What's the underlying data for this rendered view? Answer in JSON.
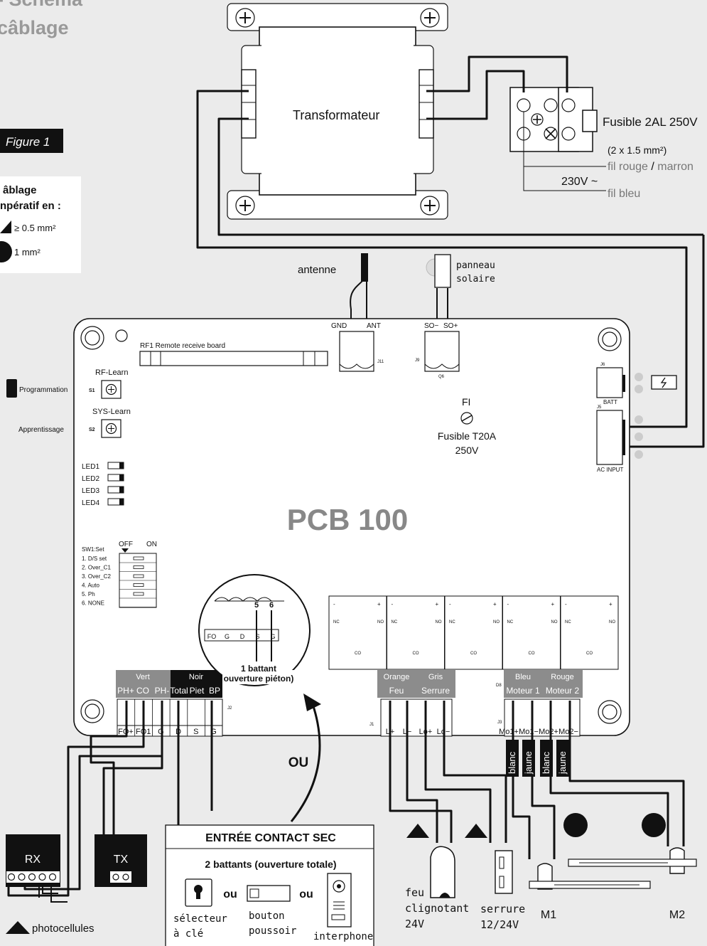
{
  "header": {
    "title_line1": "- Schéma",
    "title_line2": "câblage"
  },
  "figure_tag": "Figure 1",
  "cabling_box": {
    "line1": "âblage",
    "line2": "npératif en :",
    "item1": "≥ 0.5 mm²",
    "item2": "1 mm²"
  },
  "transformer": {
    "label": "Transformateur"
  },
  "fuse_block": {
    "fuse_label": "Fusible 2AL 250V",
    "cable_spec": "(2 x 1.5 mm²)",
    "wire_red_a": "fil rouge",
    "wire_red_sep": " / ",
    "wire_red_b": "marron",
    "voltage": "230V ~",
    "wire_blue": "fil bleu"
  },
  "antenna": {
    "label": "antenne",
    "pin_gnd": "GND",
    "pin_ant": "ANT",
    "conn": "J11"
  },
  "solar": {
    "label_1": "panneau",
    "label_2": "solaire",
    "pin_so_minus": "SO−",
    "pin_so_plus": "SO+",
    "conn": "J9",
    "conn2": "Q6"
  },
  "pcb": {
    "name": "PCB 100",
    "rf_board": "RF1  Remote receive board",
    "rf_learn": "RF-Learn",
    "sys_learn": "SYS-Learn",
    "s1": "S1",
    "s2": "S2",
    "leds": [
      "LED1",
      "LED2",
      "LED3",
      "LED4"
    ],
    "switch": {
      "off": "OFF",
      "on": "ON",
      "title": "SW1:Set",
      "items": [
        "1. D/S set",
        "2. Over_C1",
        "3. Over_C2",
        "4. Auto",
        "5. Ph",
        "6. NONE"
      ]
    },
    "fuse_fi": "FI",
    "fuse_t20a_1": "Fusible T20A",
    "fuse_t20a_2": "250V",
    "batt_conn": "J6",
    "batt": "BATT",
    "ac_conn": "J5",
    "ac_input": "AC INPUT",
    "relay_labels": {
      "minus": "-",
      "plus": "+",
      "nc": "NC",
      "no": "NO",
      "co": "CO"
    },
    "relay_count": 5,
    "conn_j1": "J1",
    "conn_j2": "J2",
    "conn_j3": "J3",
    "conn_d8": "D8"
  },
  "side_labels": {
    "programmation": "Programmation",
    "apprentissage": "Apprentissage"
  },
  "terminals_left": {
    "group_vert": "Vert",
    "group_noir": "Noir",
    "functions": [
      "PH+",
      "CO",
      "PH-",
      "Total",
      "Piet",
      "BP"
    ],
    "pins": [
      "FO+",
      "FO1",
      "G",
      "D",
      "S",
      "G"
    ]
  },
  "terminals_right": {
    "group_orange": "Orange",
    "group_gris": "Gris",
    "group_bleu": "Bleu",
    "group_rouge": "Rouge",
    "feu": "Feu",
    "serrure": "Serrure",
    "moteur1": "Moteur 1",
    "moteur2": "Moteur 2",
    "pins": [
      "L+",
      "L−",
      "Lo+",
      "Lo−",
      "Mo1+",
      "Mo1−",
      "Mo2+",
      "Mo2−"
    ]
  },
  "magnifier": {
    "pin_5": "5",
    "pin_6": "6",
    "pins": [
      "FO",
      "G",
      "D",
      "S",
      "G"
    ],
    "caption_1": "1 battant",
    "caption_2": "ouverture piéton)"
  },
  "or_label": "OU",
  "dry_contact": {
    "title": "ENTRÉE CONTACT SEC",
    "subtitle": "2 battants (ouverture totale)",
    "or1": "ou",
    "or2": "ou",
    "key_1": "sélecteur",
    "key_2": "à clé",
    "button_1": "bouton",
    "button_2": "poussoir",
    "intercom": "interphone"
  },
  "photocells": {
    "rx": "RX",
    "tx": "TX",
    "label": "photocellules"
  },
  "wire_colors": [
    "blanc",
    "jaune",
    "blanc",
    "jaune"
  ],
  "devices": {
    "light_1": "feu",
    "light_2": "clignotant",
    "light_3": "24V",
    "lock_1": "serrure",
    "lock_2": "12/24V",
    "m1": "M1",
    "m2": "M2"
  },
  "colors": {
    "background": "#ebebeb",
    "board": "#ffffff",
    "header_band": "#8c8c8c",
    "noir_band": "#111111",
    "pcb_label": "#888888"
  }
}
